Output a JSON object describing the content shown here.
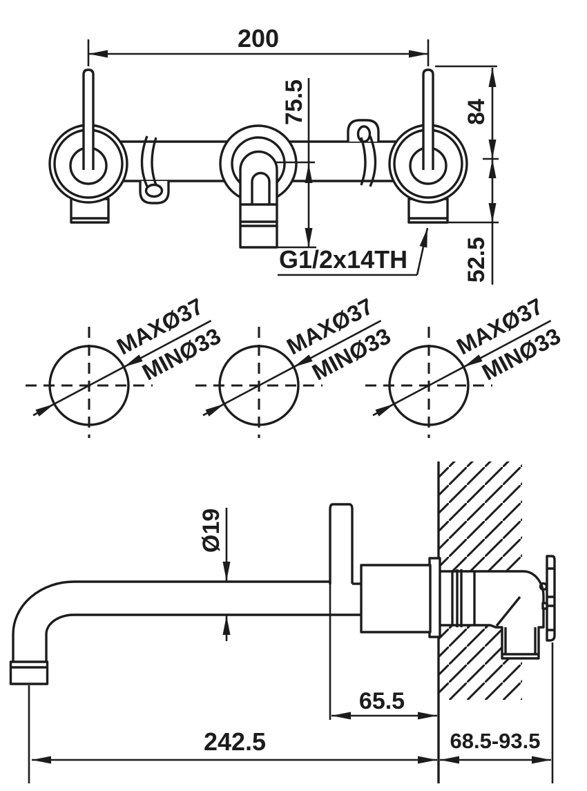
{
  "colors": {
    "line": "#1c1c1c",
    "background": "#ffffff"
  },
  "front_view": {
    "dim_handle_spacing": "200",
    "dim_spout_drop": "75.5",
    "dim_above_centre": "84",
    "dim_below_centre": "52.5",
    "thread_label": "G1/2x14TH"
  },
  "hole_detail": {
    "max_label": "MAXØ37",
    "min_label": "MINØ33"
  },
  "side_view": {
    "dim_spout_diameter": "Ø19",
    "dim_body_to_wall": "65.5",
    "dim_spout_reach": "242.5",
    "dim_wall_range": "68.5-93.5"
  }
}
